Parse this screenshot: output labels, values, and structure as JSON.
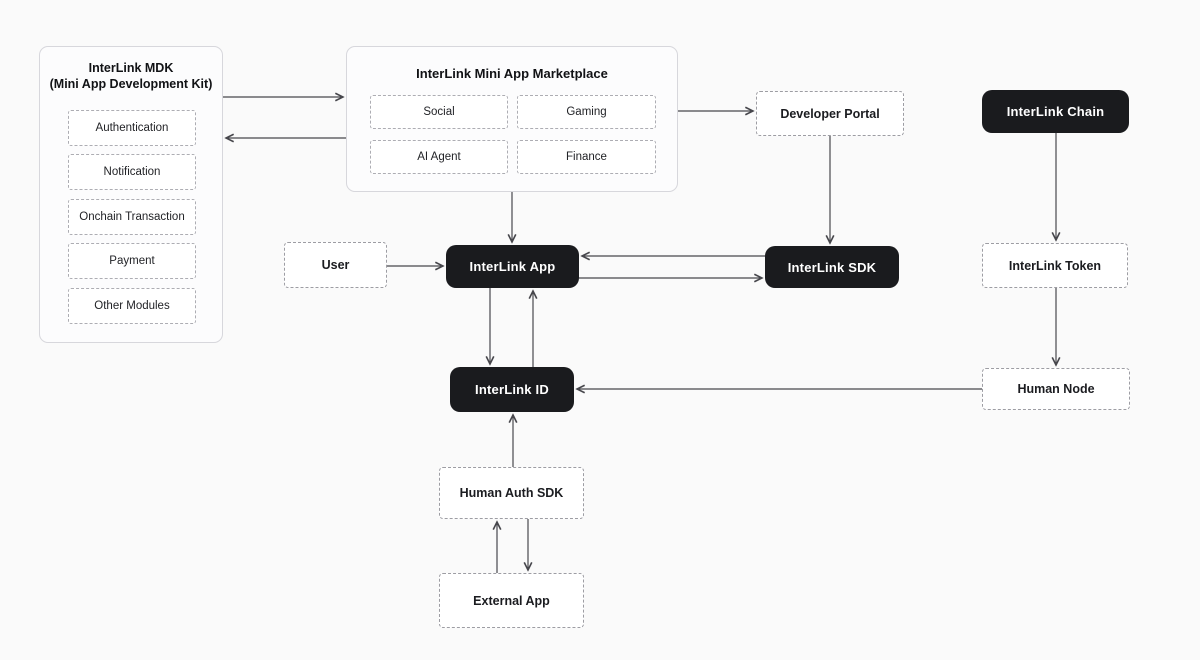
{
  "colors": {
    "page-bg": "#fafafa",
    "container-bg": "#fcfcfd",
    "container-border": "#d7d7dc",
    "dashed-bg": "#ffffff",
    "dashed-border": "#9d9da3",
    "node-dark-bg": "#1a1b1e",
    "node-dark-text": "#ffffff",
    "label-text": "#1c1d21",
    "arrow": "#47474c"
  },
  "diagram": {
    "mdk": {
      "title_line1": "InterLink MDK",
      "title_line2": "(Mini App Development Kit)",
      "modules": [
        "Authentication",
        "Notification",
        "Onchain Transaction",
        "Payment",
        "Other Modules"
      ]
    },
    "marketplace": {
      "title": "InterLink Mini App Marketplace",
      "categories": [
        "Social",
        "Gaming",
        "AI Agent",
        "Finance"
      ]
    },
    "nodes": {
      "developer_portal": {
        "label": "Developer Portal",
        "style": "dashed"
      },
      "interlink_chain": {
        "label": "InterLink Chain",
        "style": "dark"
      },
      "user": {
        "label": "User",
        "style": "dashed"
      },
      "interlink_app": {
        "label": "InterLink App",
        "style": "dark"
      },
      "interlink_sdk": {
        "label": "InterLink SDK",
        "style": "dark"
      },
      "interlink_token": {
        "label": "InterLink Token",
        "style": "dashed"
      },
      "interlink_id": {
        "label": "InterLink ID",
        "style": "dark"
      },
      "human_node": {
        "label": "Human Node",
        "style": "dashed"
      },
      "human_auth_sdk": {
        "label": "Human Auth SDK",
        "style": "dashed"
      },
      "external_app": {
        "label": "External App",
        "style": "dashed"
      }
    },
    "connections": [
      {
        "from": "interlink_mdk",
        "to": "marketplace"
      },
      {
        "from": "marketplace",
        "to": "interlink_mdk"
      },
      {
        "from": "marketplace",
        "to": "developer_portal"
      },
      {
        "from": "marketplace",
        "to": "interlink_app"
      },
      {
        "from": "developer_portal",
        "to": "interlink_sdk"
      },
      {
        "from": "interlink_chain",
        "to": "interlink_token"
      },
      {
        "from": "interlink_token",
        "to": "human_node"
      },
      {
        "from": "human_node",
        "to": "interlink_id"
      },
      {
        "from": "user",
        "to": "interlink_app"
      },
      {
        "from": "interlink_sdk",
        "to": "interlink_app"
      },
      {
        "from": "interlink_app",
        "to": "interlink_sdk"
      },
      {
        "from": "interlink_app",
        "to": "interlink_id"
      },
      {
        "from": "interlink_id",
        "to": "interlink_app"
      },
      {
        "from": "human_auth_sdk",
        "to": "interlink_id"
      },
      {
        "from": "external_app",
        "to": "human_auth_sdk"
      },
      {
        "from": "human_auth_sdk",
        "to": "external_app"
      }
    ]
  }
}
